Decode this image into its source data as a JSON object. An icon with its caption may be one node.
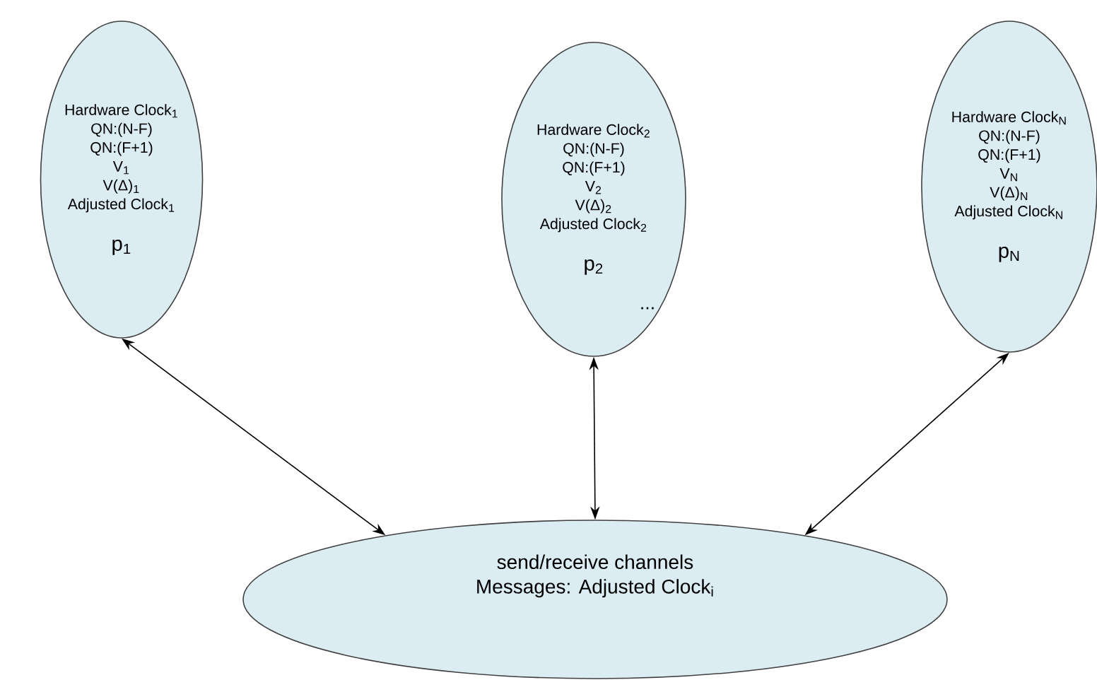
{
  "diagram": {
    "nodes": [
      {
        "text": [
          "Hardware Clock$_{1}$",
          "QN:(N-F)",
          "QN:(F+1)",
          "V$_{1}$",
          "V(Δ)$_{1}$",
          "Adjusted Clock$_{1}$",
          "p$_{1}$"
        ]
      },
      {
        "text": [
          "Hardware Clock$_{2}$",
          "QN:(N-F)",
          "QN:(F+1)",
          "V$_{2}$",
          "V(Δ)$_{2}$",
          "Adjusted Clock$_{2}$",
          "p$_{2}$"
        ]
      },
      {
        "text": [
          "Hardware Clock$_{N}$",
          "QN:(N-F)",
          "QN:(F+1)",
          "V$_{N}$",
          "V(Δ)$_{N}$",
          "Adjusted Clock$_{N}$",
          "p$_{N}$"
        ]
      },
      {
        "text": [
          "send/receive channels",
          "Messages: Adjusted Clock$_{i}$"
        ]
      }
    ],
    "edges": [
      {
        "from": 0,
        "to": 3,
        "arrow": "both"
      },
      {
        "from": 1,
        "to": 3,
        "arrow": "both"
      },
      {
        "from": 2,
        "to": 3,
        "arrow": "both"
      }
    ],
    "labels": [
      "..."
    ]
  }
}
